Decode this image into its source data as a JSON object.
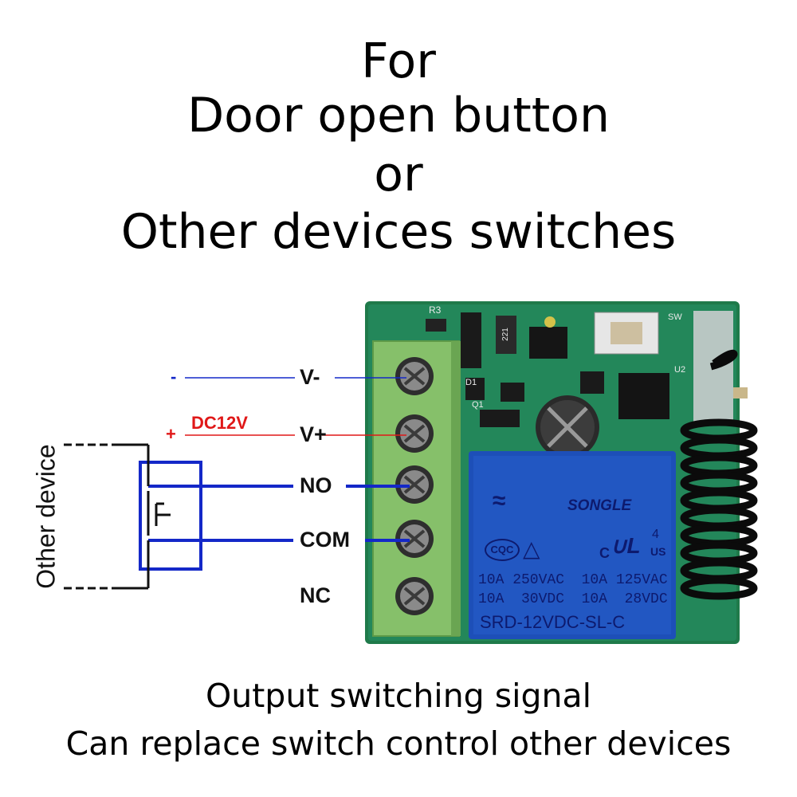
{
  "title": {
    "line1": "For",
    "line2": "Door open button",
    "line3": "or",
    "line4": "Other devices switches"
  },
  "caption": {
    "line1": "Output switching signal",
    "line2": "Can replace switch control other devices"
  },
  "terminals": {
    "v_minus": "V-",
    "v_plus": "V+",
    "no": "NO",
    "com": "COM",
    "nc": "NC"
  },
  "supply": {
    "minus_sign": "-",
    "plus_sign": "+",
    "voltage": "DC12V"
  },
  "device_label": "Other device",
  "board_marks": {
    "r3": "R3",
    "d1": "D1",
    "q1": "Q1",
    "sw": "SW",
    "u2": "U2",
    "cap_code": "221"
  },
  "relay": {
    "brand": "SONGLE",
    "cqc": "CQC",
    "ul_c": "C",
    "ul_us": "US",
    "ul_num": "4",
    "rating1": "10A 250VAC  10A 125VAC",
    "rating2": "10A  30VDC  10A  28VDC",
    "model": "SRD-12VDC-SL-C"
  },
  "colors": {
    "wire_blue": "#1428c8",
    "wire_red": "#e01818",
    "pcb_green": "#1f7a4a",
    "terminal_green": "#86c06a",
    "relay_blue": "#1d4fb8"
  }
}
